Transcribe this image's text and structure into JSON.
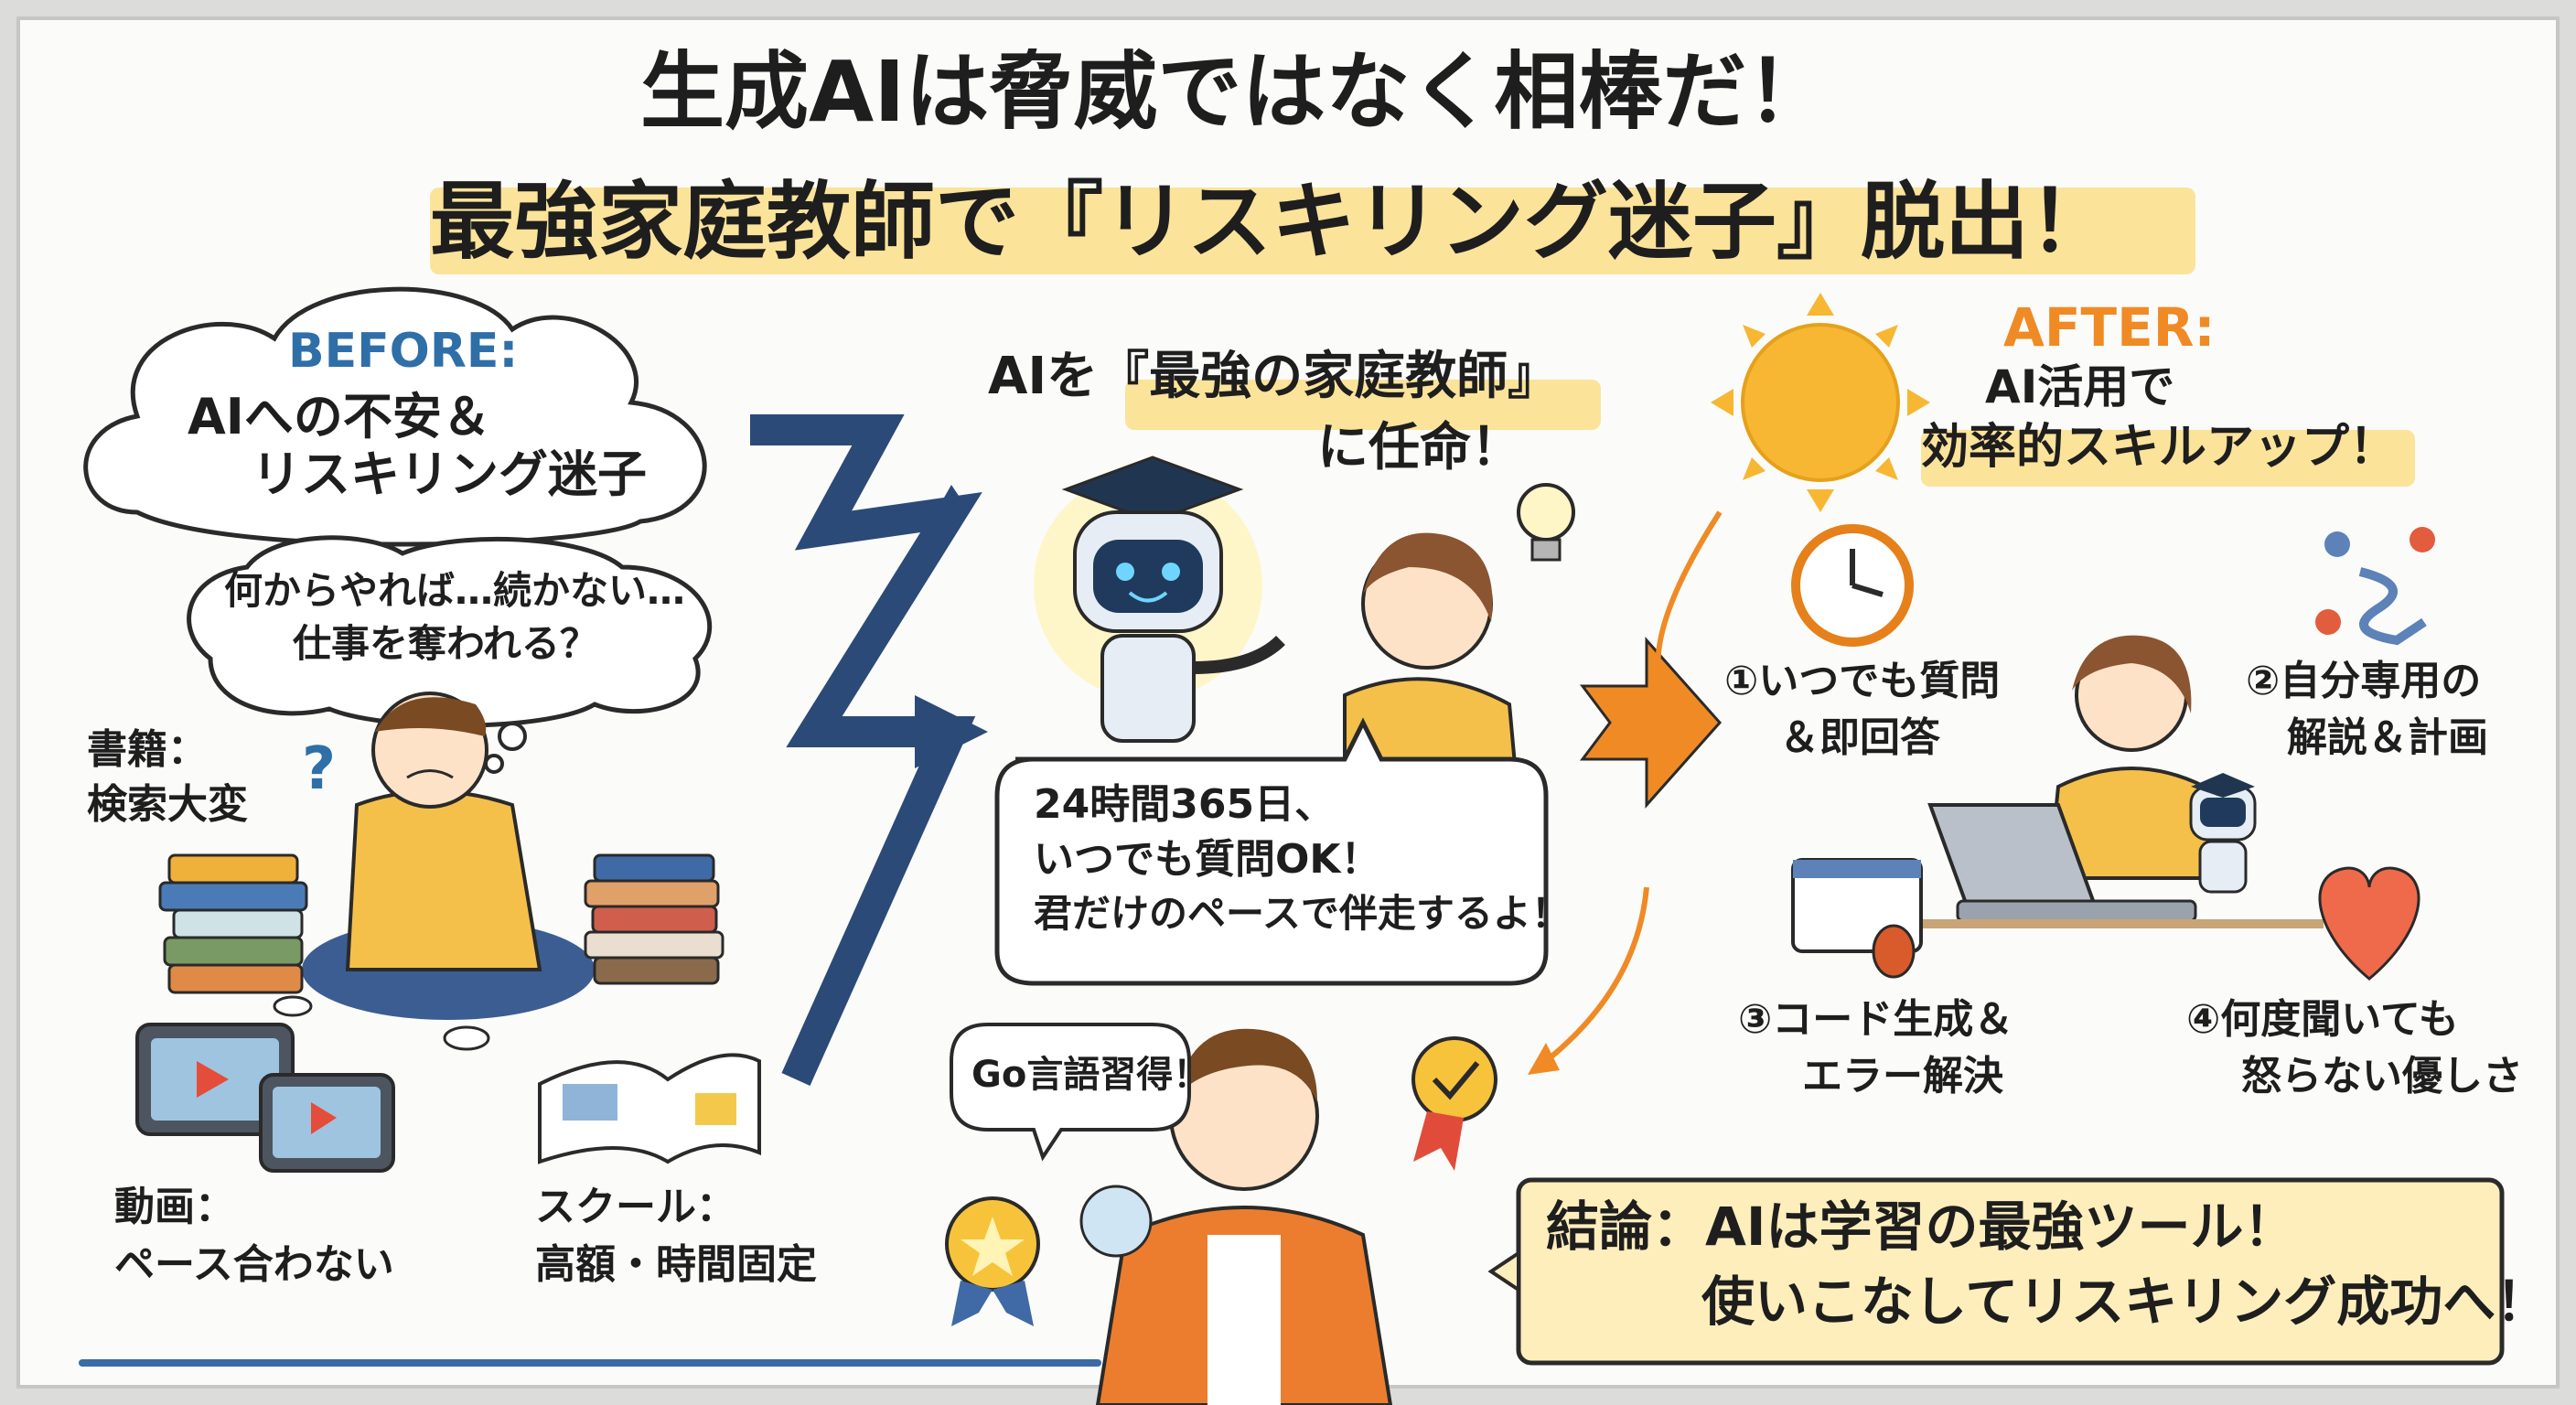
{
  "title": {
    "line1": "生成AIは脅威ではなく相棒だ！",
    "line2": "最強家庭教師で『リスキリング迷子』脱出！"
  },
  "before": {
    "heading": "BEFORE:",
    "line1": "AIへの不安＆",
    "line2": "リスキリング迷子",
    "thought1": "何からやれば…続かない…",
    "thought2": "仕事を奪われる？",
    "question_mark": "?",
    "books_label1": "書籍：",
    "books_label2": "検索大変",
    "video_label1": "動画：",
    "video_label2": "ペース合わない",
    "school_label1": "スクール：",
    "school_label2": "高額・時間固定"
  },
  "middle": {
    "title1": "AIを『最強の家庭教師』",
    "title2": "に任命！",
    "speech1": "24時間365日、",
    "speech2": "いつでも質問OK！",
    "speech3": "君だけのペースで伴走するよ！",
    "go_bubble": "Go言語習得！"
  },
  "after": {
    "heading": "AFTER:",
    "line1": "AI活用で",
    "line2": "効率的スキルアップ！",
    "benefit1_line1": "①いつでも質問",
    "benefit1_line2": "＆即回答",
    "benefit2_line1": "②自分専用の",
    "benefit2_line2": "解説＆計画",
    "benefit3_line1": "③コード生成＆",
    "benefit3_line2": "エラー解決",
    "benefit4_line1": "④何度聞いても",
    "benefit4_line2": "怒らない優しさ"
  },
  "conclusion": {
    "line1": "結論：AIは学習の最強ツール！",
    "line2": "使いこなしてリスキリング成功へ！"
  },
  "colors": {
    "highlight": "#fbe39a",
    "before_blue": "#2f6fa8",
    "after_orange": "#f08a24",
    "arrow_navy": "#2b4a77",
    "sun": "#f7b733"
  }
}
